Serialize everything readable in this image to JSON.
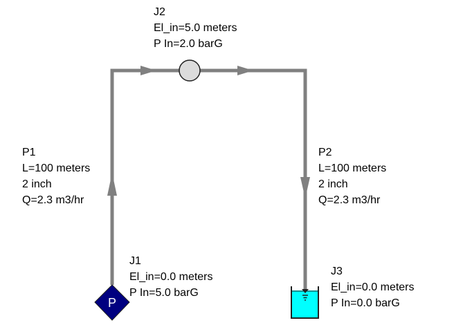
{
  "colors": {
    "pipe": "#808080",
    "junction_fill": "#dcdcdc",
    "pump_fill": "#000080",
    "tank_fill": "#00ffff",
    "outline": "#202020",
    "text": "#000000"
  },
  "junctions": [
    {
      "id": "J1",
      "type": "assigned-pressure",
      "symbol": "P",
      "lines": [
        "J1",
        "El_in=0.0 meters",
        "P In=5.0 barG"
      ]
    },
    {
      "id": "J2",
      "type": "branch",
      "lines": [
        "J2",
        "El_in=5.0 meters",
        "P In=2.0 barG"
      ]
    },
    {
      "id": "J3",
      "type": "reservoir",
      "lines": [
        "J3",
        "El_in=0.0 meters",
        "P In=0.0 barG"
      ]
    }
  ],
  "pipes": [
    {
      "id": "P1",
      "from": "J1",
      "to": "J2",
      "lines": [
        "P1",
        "L=100 meters",
        "2 inch",
        "Q=2.3 m3/hr"
      ]
    },
    {
      "id": "P2",
      "from": "J2",
      "to": "J3",
      "lines": [
        "P2",
        "L=100 meters",
        "2 inch",
        "Q=2.3 m3/hr"
      ]
    }
  ]
}
